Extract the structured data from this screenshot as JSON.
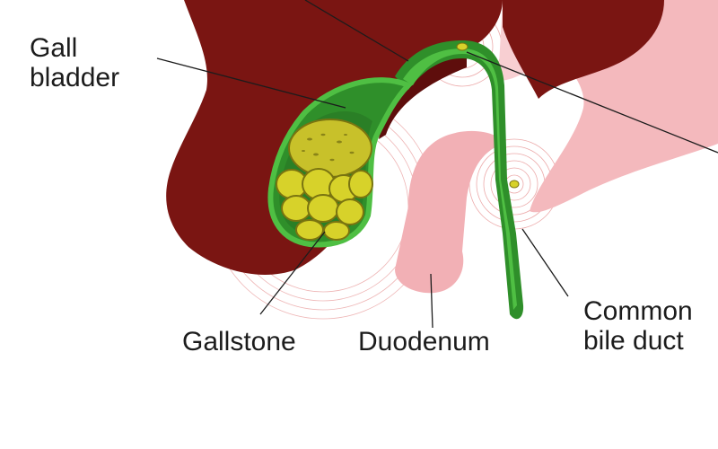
{
  "labels": {
    "gall_bladder": [
      "Gall",
      "bladder"
    ],
    "gallstone": "Gallstone",
    "duodenum": "Duodenum",
    "common_bile_duct": [
      "Common",
      "bile duct"
    ]
  },
  "colors": {
    "liver": "#7a1512",
    "liver_shadow": "#5e0e0c",
    "stomach_pink": "#f4b9bd",
    "duct_green": "#3c9a34",
    "duct_inner": "#4fbf43",
    "gallbladder_fill": "#2f8f2a",
    "stone_fill": "#d7d22a",
    "stone_edge": "#7a7410",
    "pain_ring": "#cf2a2a",
    "leader_line": "#1c1c1c"
  }
}
